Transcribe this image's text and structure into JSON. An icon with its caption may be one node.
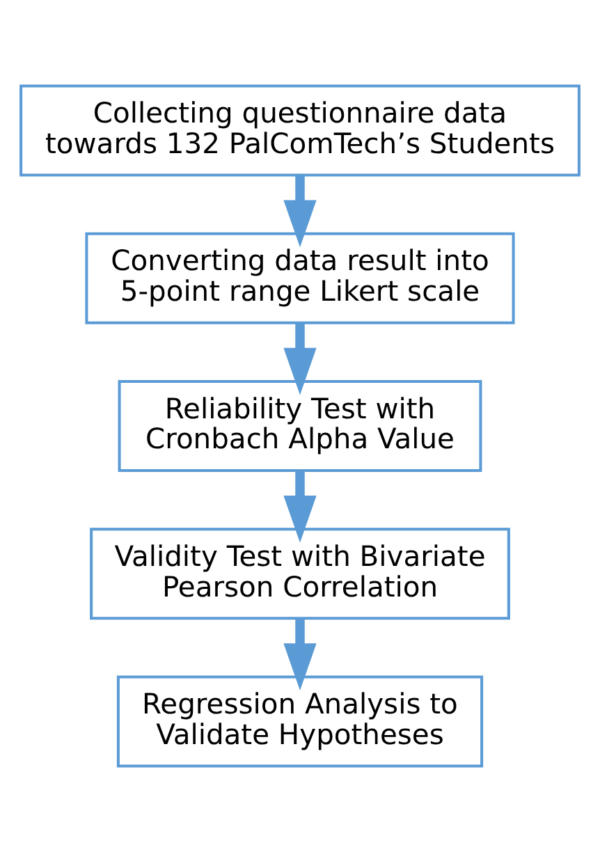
{
  "diagram": {
    "nodes": [
      {
        "text": [
          "Collecting questionnaire data towards 132 PalComTech’s Students"
        ]
      },
      {
        "text": [
          "Converting data result into 5-point range Likert scale"
        ]
      },
      {
        "text": [
          "Reliability Test with Cronbach Alpha Value"
        ]
      },
      {
        "text": [
          "Validity Test with Bivariate Pearson Correlation"
        ]
      },
      {
        "text": [
          "Regression Analysis to Validate Hypotheses"
        ]
      }
    ],
    "edges": [
      {
        "from": 0,
        "to": 1,
        "arrow": "to"
      },
      {
        "from": 1,
        "to": 2,
        "arrow": "to"
      },
      {
        "from": 2,
        "to": 3,
        "arrow": "to"
      },
      {
        "from": 3,
        "to": 4,
        "arrow": "to"
      }
    ]
  }
}
